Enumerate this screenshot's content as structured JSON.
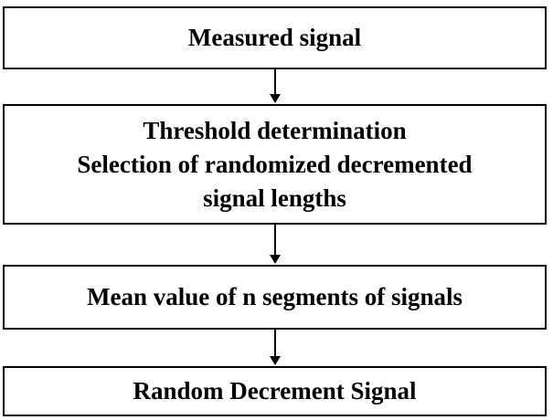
{
  "steps": [
    {
      "lines": [
        "Measured signal"
      ]
    },
    {
      "lines": [
        "Threshold determination",
        "Selection of randomized decremented",
        "signal lengths"
      ]
    },
    {
      "lines": [
        "Mean value of n segments of signals"
      ]
    },
    {
      "lines": [
        "Random Decrement Signal"
      ]
    }
  ]
}
